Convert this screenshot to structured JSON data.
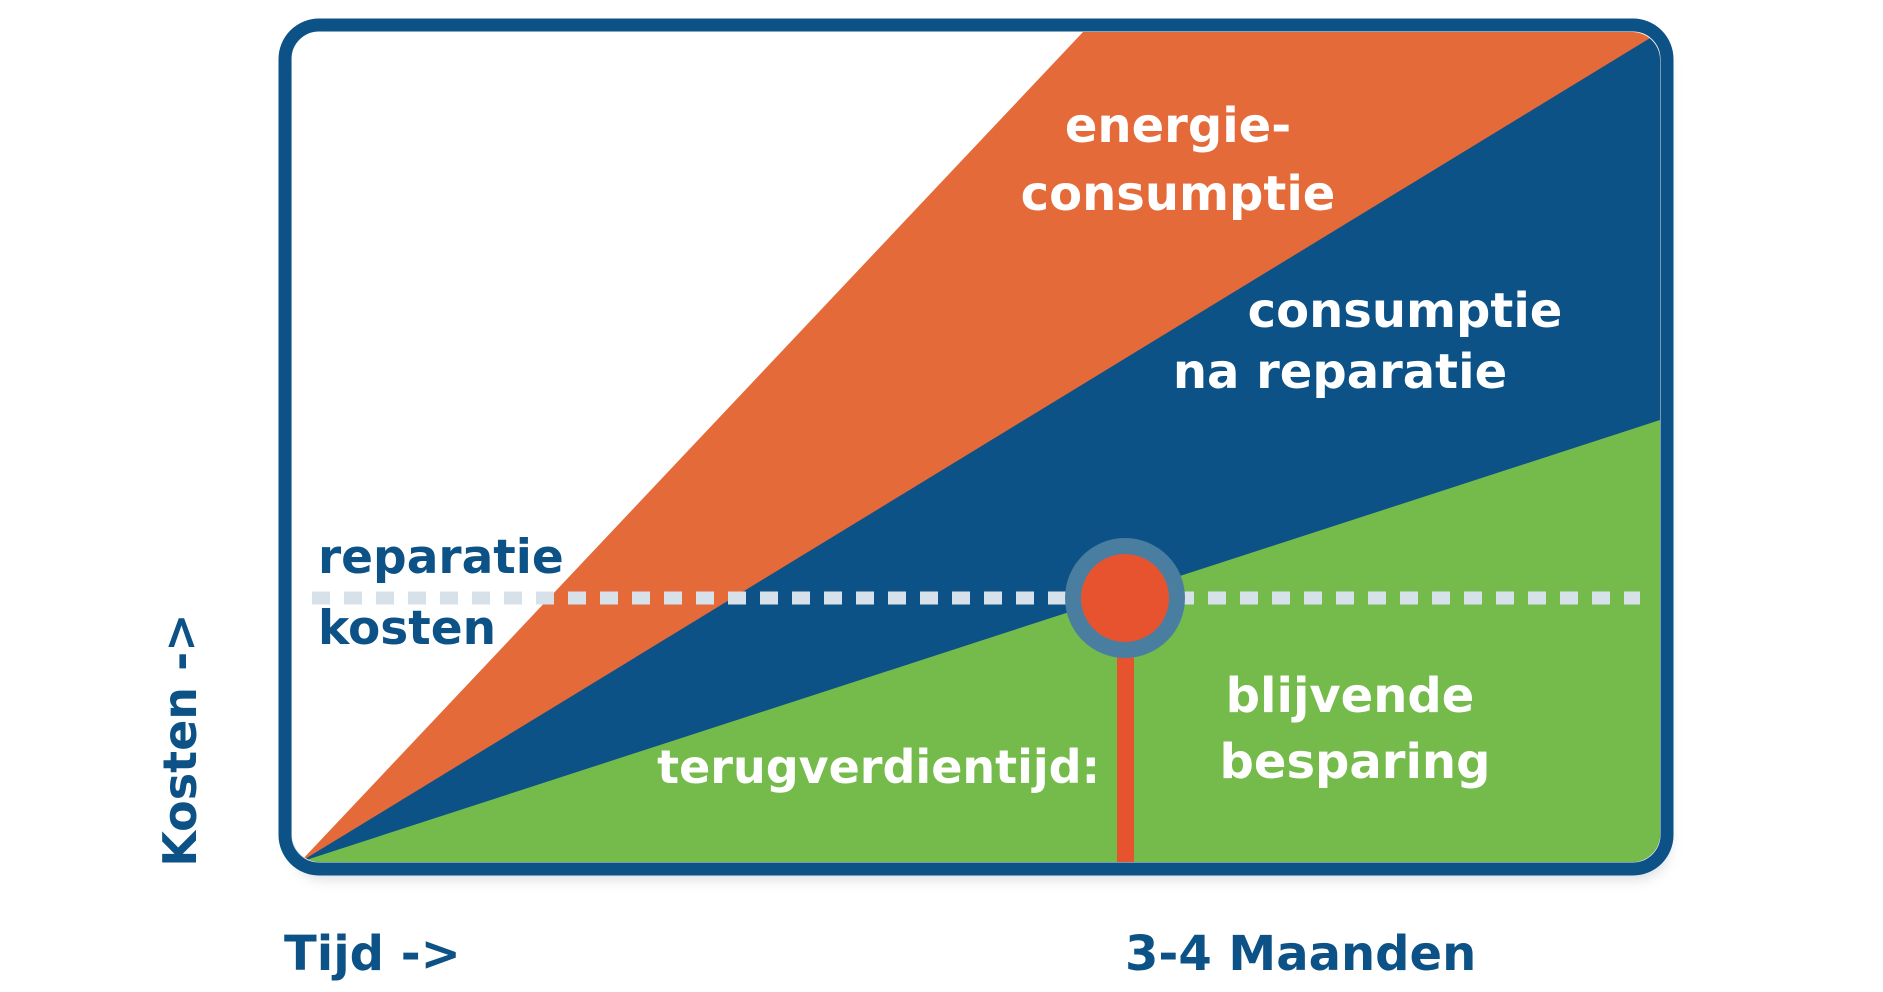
{
  "labels": {
    "energy_line1": "energie-",
    "energy_line2": "consumptie",
    "after_line1": "consumptie",
    "after_line2": "na reparatie",
    "repair_line1": "reparatie",
    "repair_line2": "kosten",
    "payback": "terugverdientijd:",
    "savings_line1": "blijvende",
    "savings_line2": "besparing",
    "y_axis": "Kosten ->",
    "x_axis": "Tijd ->",
    "x_marker": "3-4 Maanden"
  },
  "colors": {
    "frame": "#0d5286",
    "orange": "#e46a3a",
    "blue": "#0d5286",
    "green": "#74bb4b",
    "marker": "#e8532f",
    "marker_ring": "#4a7ea1",
    "dotted_line": "#d6e1ea",
    "text_white": "#ffffff",
    "text_blue": "#0d5286"
  }
}
